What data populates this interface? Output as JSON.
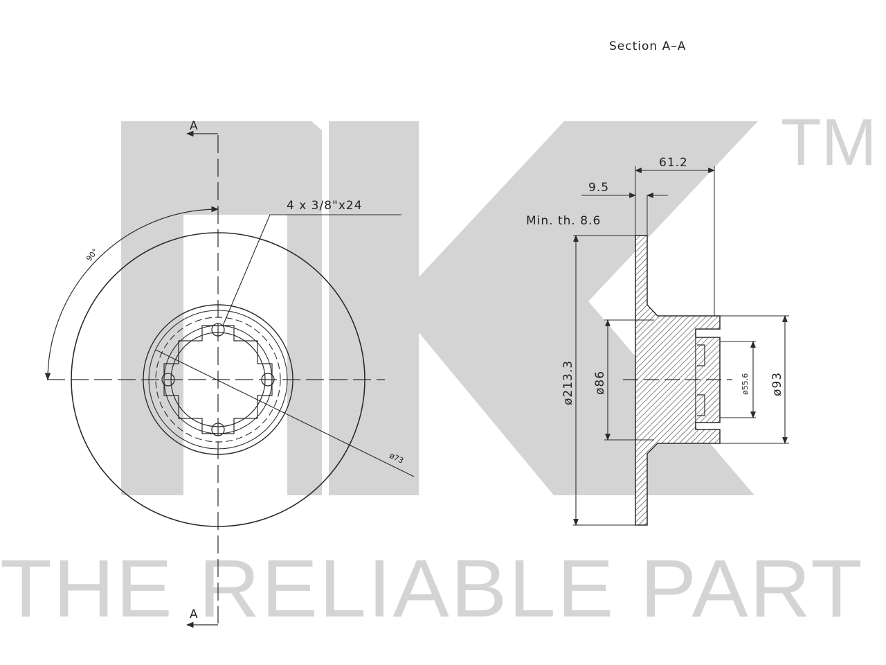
{
  "section_title": "Section A–A",
  "watermark": {
    "brand_logo": "NK",
    "trademark": "TM",
    "slogan": "THE RELIABLE PART"
  },
  "front_view": {
    "section_mark_top": "A",
    "section_mark_bottom": "A",
    "bolt_pattern": "4 x 3/8\"x24",
    "angle": "90°",
    "pcd": "ø73"
  },
  "section_view": {
    "overall_height": "61.2",
    "disc_thickness": "9.5",
    "min_thickness": "Min. th. 8.6",
    "outer_diameter": "ø213.3",
    "hat_diameter": "ø86",
    "center_bore": "ø55.6",
    "hub_diameter": "ø93"
  },
  "colors": {
    "line": "#2a2a2a",
    "watermark": "#d4d4d4",
    "background": "#ffffff"
  }
}
